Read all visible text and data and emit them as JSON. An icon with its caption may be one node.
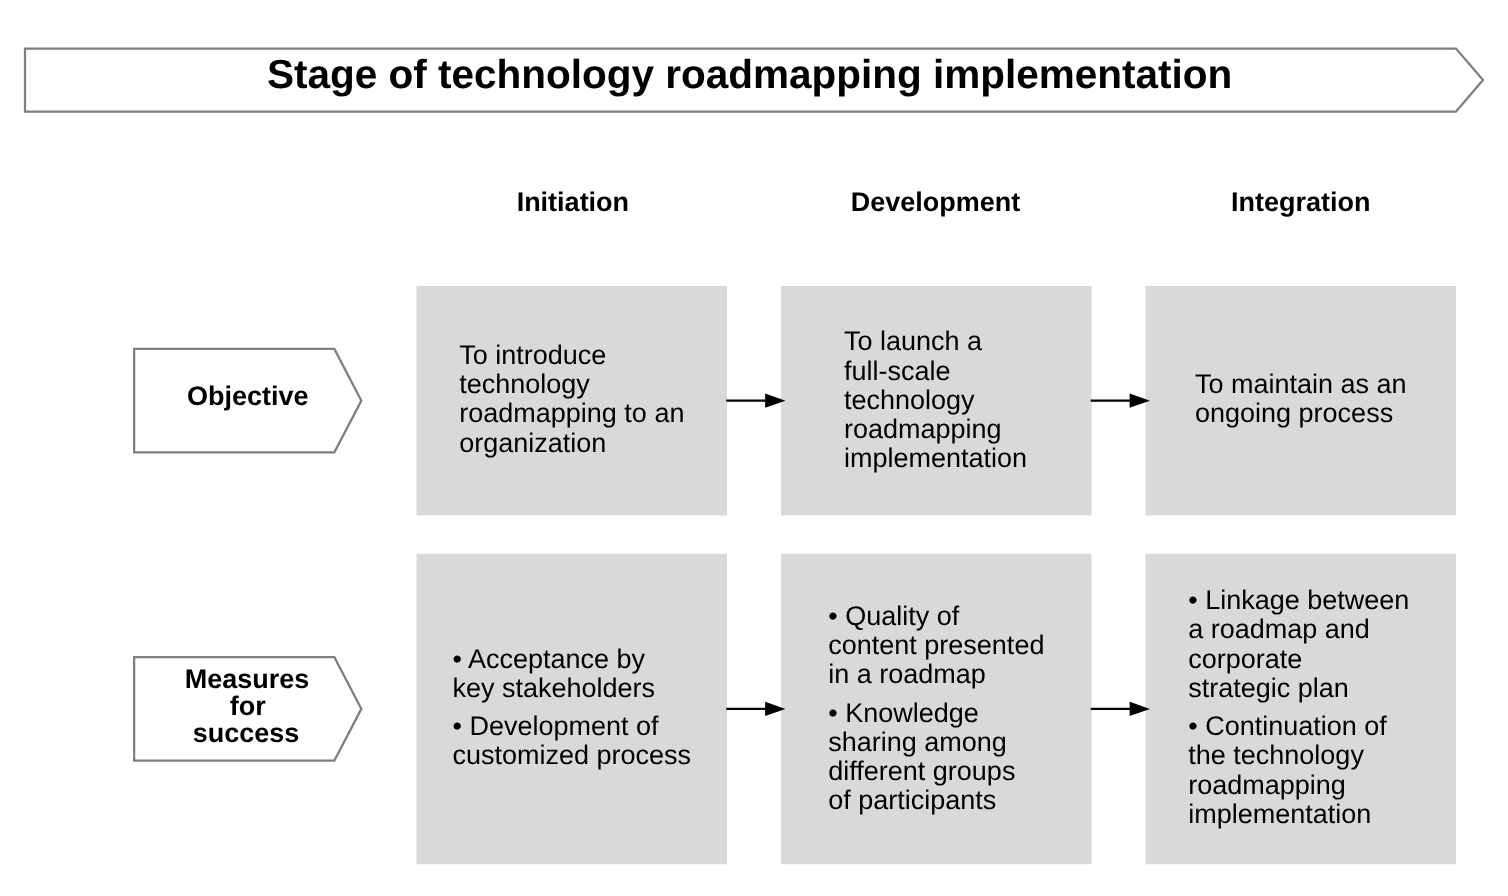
{
  "diagram": {
    "nodes": [
      {
        "text": [
          "Stage of technology roadmapping implementation"
        ]
      },
      {
        "text": [
          "Objective"
        ]
      },
      {
        "text": [
          "To introduce technology roadmapping to an organization"
        ]
      },
      {
        "text": [
          "To launch a full-scale technology roadmapping implementation"
        ]
      },
      {
        "text": [
          "To maintain as an ongoing process"
        ]
      },
      {
        "text": [
          "Measures for success"
        ]
      },
      {
        "text": [
          "• Acceptance by key stakeholders",
          "• Development of customized process"
        ]
      },
      {
        "text": [
          "• Quality of content presented in a roadmap",
          "• Knowledge sharing among different groups of participants"
        ]
      },
      {
        "text": [
          "• Linkage between a roadmap and corporate strategic plan",
          "• Continuation of the technology roadmapping implementation"
        ]
      }
    ],
    "edges": [
      {
        "from": 2,
        "to": 3,
        "arrow": "to"
      },
      {
        "from": 3,
        "to": 4,
        "arrow": "to"
      },
      {
        "from": 6,
        "to": 7,
        "arrow": "to"
      },
      {
        "from": 7,
        "to": 8,
        "arrow": "to"
      }
    ],
    "labels": [
      "Initiation",
      "Development",
      "Integration"
    ]
  }
}
